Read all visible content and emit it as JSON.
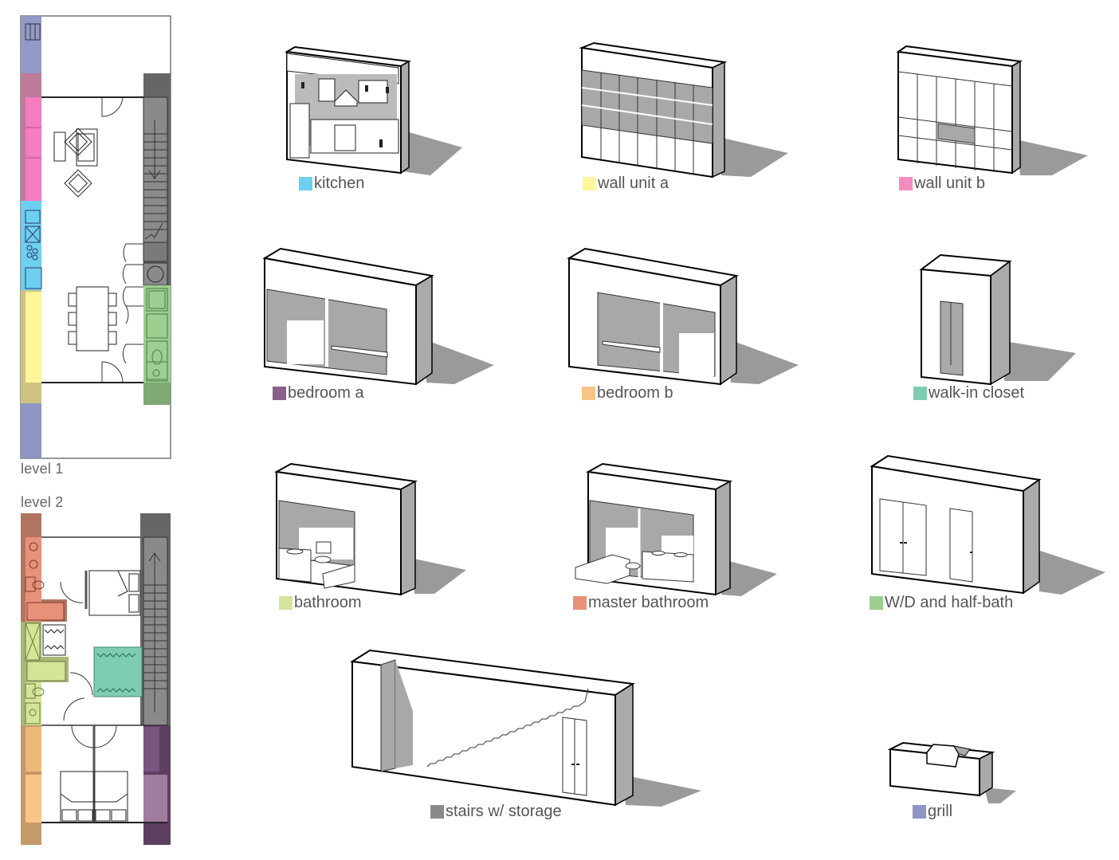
{
  "colors": {
    "kitchen": "#6dd0f0",
    "wall_unit_a": "#fff59a",
    "wall_unit_b": "#f48cc0",
    "bedroom_a": "#8b5e8c",
    "bedroom_b": "#f9c487",
    "walk_in_closet": "#7ecdb3",
    "bathroom": "#d4e59a",
    "master_bathroom": "#e8917a",
    "wd_half_bath": "#9ccf90",
    "stairs": "#8a8a8a",
    "grill": "#8e95c4"
  },
  "plans": {
    "level1": {
      "label": "level 1"
    },
    "level2": {
      "label": "level 2"
    }
  },
  "components": [
    {
      "id": "kitchen",
      "label": "kitchen",
      "color": "#6dd0f0"
    },
    {
      "id": "wall-unit-a",
      "label": "wall unit a",
      "color": "#fff59a"
    },
    {
      "id": "wall-unit-b",
      "label": "wall unit b",
      "color": "#f48cc0"
    },
    {
      "id": "bedroom-a",
      "label": "bedroom a",
      "color": "#8b5e8c"
    },
    {
      "id": "bedroom-b",
      "label": "bedroom b",
      "color": "#f9c487"
    },
    {
      "id": "walk-in-closet",
      "label": "walk-in closet",
      "color": "#7ecdb3"
    },
    {
      "id": "bathroom",
      "label": "bathroom",
      "color": "#d4e59a"
    },
    {
      "id": "master-bathroom",
      "label": "master bathroom",
      "color": "#e8917a"
    },
    {
      "id": "wd-half-bath",
      "label": "W/D and half-bath",
      "color": "#9ccf90"
    },
    {
      "id": "stairs-storage",
      "label": "stairs w/ storage",
      "color": "#8a8a8a"
    },
    {
      "id": "grill",
      "label": "grill",
      "color": "#8e95c4"
    }
  ]
}
